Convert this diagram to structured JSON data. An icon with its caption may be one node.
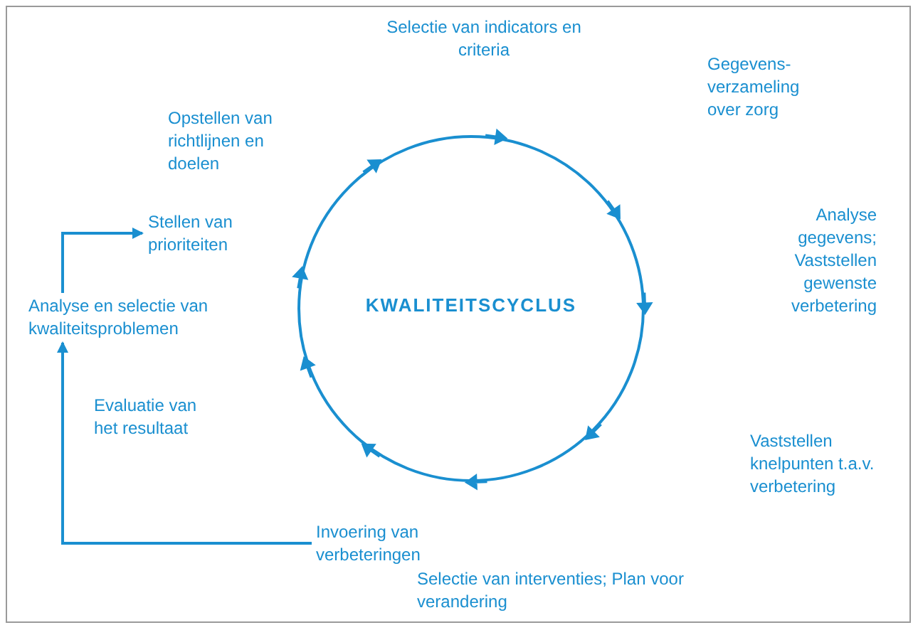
{
  "diagram": {
    "nodes": [
      {
        "text": [
          "KWALITEITSCYCLUS"
        ]
      },
      {
        "text": [
          "Invoering van verbeteringen"
        ]
      },
      {
        "text": [
          "Analyse en selectie van kwaliteitsproblemen"
        ]
      },
      {
        "text": [
          "Stellen van prioriteiten"
        ]
      }
    ],
    "edges": [
      {
        "from": 1,
        "to": 2,
        "arrow": "to"
      },
      {
        "from": 2,
        "to": 3,
        "arrow": "to"
      }
    ],
    "labels": [
      "Selectie van indicators en criteria",
      "Gegevens-verzameling over zorg",
      "Opstellen van richtlijnen en doelen",
      "Analyse gegevens; Vaststellen gewenste verbetering",
      "Evaluatie van het resultaat",
      "Vaststellen knelpunten t.a.v. verbetering",
      "Selectie van interventies; Plan voor verandering"
    ]
  }
}
